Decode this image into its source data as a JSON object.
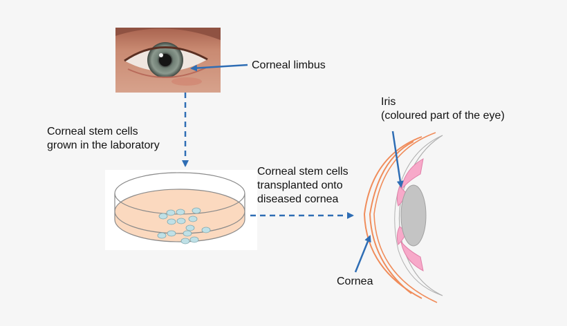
{
  "labels": {
    "limbus": "Corneal limbus",
    "grown": [
      "Corneal stem cells",
      "grown in the laboratory"
    ],
    "transplanted": [
      "Corneal stem cells",
      "transplanted onto",
      "diseased cornea"
    ],
    "iris": [
      "Iris",
      "(coloured part of the eye)"
    ],
    "cornea": "Cornea"
  },
  "colors": {
    "arrow": "#2e6db4",
    "dish_medium": "#fbd9bf",
    "cell_fill": "#bfe0e6",
    "cornea_line": "#f08c5a",
    "iris_pink": "#f7a9c9",
    "lens_gray": "#c4c4c4",
    "background": "#f6f6f6"
  },
  "icons": {
    "eye_photo": "eye-photo",
    "dish": "petri-dish",
    "eye_cross_section": "eye-cross-section"
  }
}
